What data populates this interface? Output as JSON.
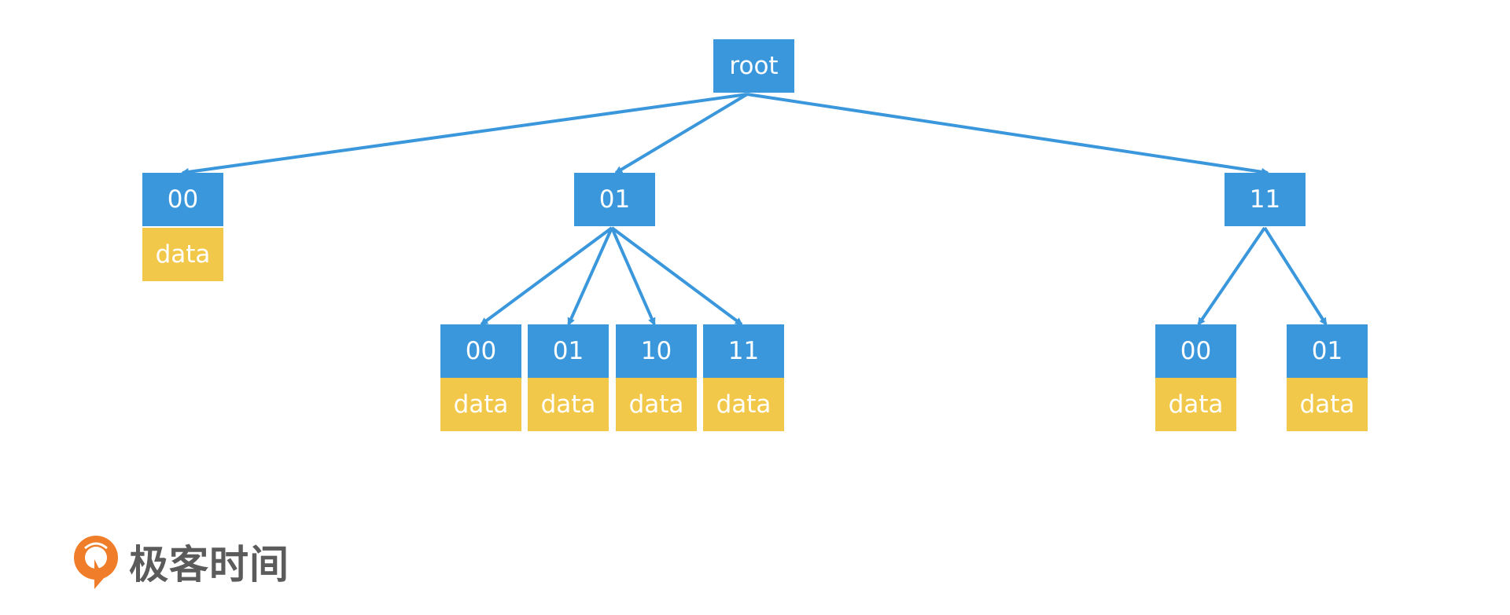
{
  "colors": {
    "node_blue": "#3b97dc",
    "data_yellow": "#f2c84b",
    "edge_blue": "#3b97dc",
    "logo_orange": "#ef7d2a",
    "logo_text": "#5b5b5b"
  },
  "tree": {
    "root": {
      "label": "root"
    },
    "level1": [
      {
        "label": "00",
        "data_label": "data"
      },
      {
        "label": "01"
      },
      {
        "label": "11"
      }
    ],
    "level2_of_01": [
      {
        "label": "00",
        "data_label": "data"
      },
      {
        "label": "01",
        "data_label": "data"
      },
      {
        "label": "10",
        "data_label": "data"
      },
      {
        "label": "11",
        "data_label": "data"
      }
    ],
    "level2_of_11": [
      {
        "label": "00",
        "data_label": "data"
      },
      {
        "label": "01",
        "data_label": "data"
      }
    ]
  },
  "logo": {
    "text": "极客时间",
    "icon": "geektime-logo-icon"
  }
}
